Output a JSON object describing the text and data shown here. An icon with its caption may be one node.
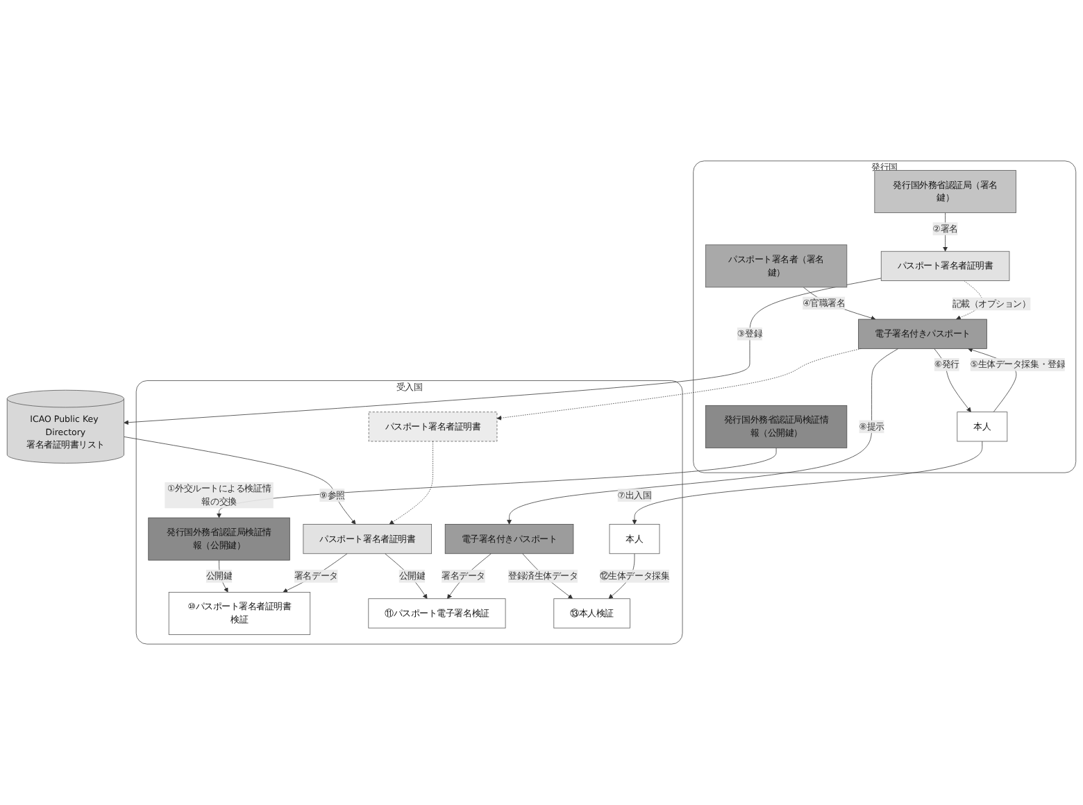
{
  "diagram": {
    "nodes": [
      {
        "text": [
          "発行国"
        ]
      },
      {
        "text": [
          "発行国外務省認証局（署名鍵）"
        ],
        "in": 0
      },
      {
        "text": [
          "発行国外務省認証局検証情報（公開鍵）"
        ],
        "in": 0
      },
      {
        "text": [
          "パスポート署名者（署名鍵）"
        ],
        "in": 0
      },
      {
        "text": [
          "パスポート署名者証明書"
        ],
        "in": 0
      },
      {
        "text": [
          "電子署名付きパスポート"
        ],
        "in": 0
      },
      {
        "text": [
          "本人"
        ],
        "in": 0
      },
      {
        "text": [
          "ICAO Public Key Directory",
          "署名者証明書リスト"
        ]
      },
      {
        "text": [
          "受入国"
        ]
      },
      {
        "text": [
          "発行国外務省認証局検証情報（公開鍵）"
        ],
        "in": 8
      },
      {
        "text": [
          "⑩パスポート署名者証明書検証"
        ],
        "in": 8
      },
      {
        "text": [
          "パスポート署名者証明書"
        ],
        "in": 8
      },
      {
        "text": [
          "⑪パスポート電子署名検証"
        ],
        "in": 8
      },
      {
        "text": [
          "パスポート署名者証明書"
        ],
        "in": 8
      },
      {
        "text": [
          "電子署名付きパスポート"
        ],
        "in": 8
      },
      {
        "text": [
          "⑬本人検証"
        ],
        "in": 8
      },
      {
        "text": [
          "本人"
        ],
        "in": 8
      }
    ],
    "edges": [
      {
        "from": 2,
        "to": 9,
        "arrow": "to",
        "label": "①外交ルートによる検証情報の交換"
      },
      {
        "from": 1,
        "to": 4,
        "arrow": "to",
        "label": "②署名"
      },
      {
        "from": 4,
        "to": 7,
        "arrow": "to",
        "label": "③登録"
      },
      {
        "from": 7,
        "to": 11,
        "arrow": "to",
        "label": "⑨参照"
      },
      {
        "from": 3,
        "to": 5,
        "arrow": "to",
        "label": "④官職署名"
      },
      {
        "from": 4,
        "to": 5,
        "arrow": "to",
        "label": "記載（オプション）",
        "style": "dashed"
      },
      {
        "from": 5,
        "to": 13,
        "arrow": "to",
        "style": "dashed"
      },
      {
        "from": 13,
        "to": 11,
        "arrow": "to",
        "style": "dashed"
      },
      {
        "from": 5,
        "to": 14,
        "arrow": "to",
        "label": "⑧提示"
      },
      {
        "from": 5,
        "to": 6,
        "arrow": "to",
        "label": "⑥発行"
      },
      {
        "from": 6,
        "to": 5,
        "arrow": "to",
        "label": "⑤生体データ採集・登録"
      },
      {
        "from": 6,
        "to": 16,
        "arrow": "to",
        "label": "⑦出入国"
      },
      {
        "from": 9,
        "to": 10,
        "arrow": "to",
        "label": "公開鍵"
      },
      {
        "from": 11,
        "to": 10,
        "arrow": "to",
        "label": "署名データ"
      },
      {
        "from": 11,
        "to": 12,
        "arrow": "to",
        "label": "公開鍵"
      },
      {
        "from": 14,
        "to": 12,
        "arrow": "to",
        "label": "署名データ"
      },
      {
        "from": 14,
        "to": 15,
        "arrow": "to",
        "label": "登録済生体データ"
      },
      {
        "from": 16,
        "to": 15,
        "arrow": "to",
        "label": "⑫生体データ採集"
      }
    ]
  }
}
